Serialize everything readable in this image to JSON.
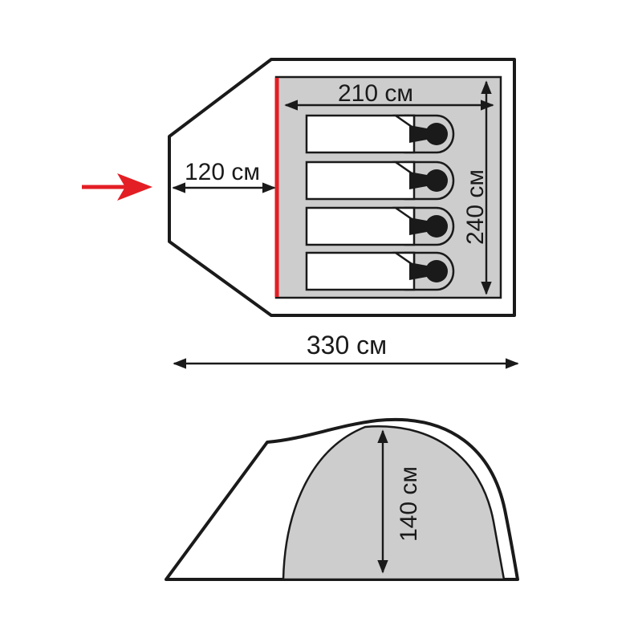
{
  "dimensions": {
    "inner_width": "210 см",
    "inner_length": "240 см",
    "vestibule_depth": "120 см",
    "total_length": "330 см",
    "height": "140 см"
  },
  "sleeping_places": 4,
  "colors": {
    "outline": "#1a1a1a",
    "floor": "#cdcdcd",
    "fill": "#ffffff",
    "entrance_arrow": "#e31e24",
    "door_line": "#e31e24"
  },
  "icons": {
    "entrance": "arrow-right-icon",
    "sleeper": "sleeping-bag-icon"
  }
}
